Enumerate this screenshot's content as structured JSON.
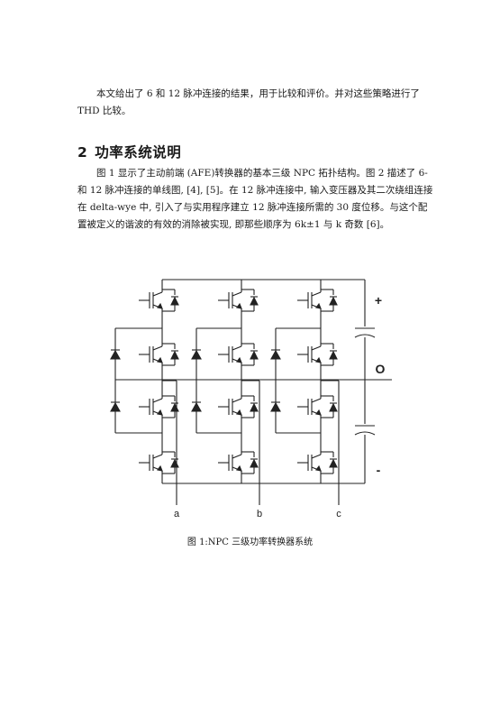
{
  "intro_paragraph": "本文给出了 6 和 12 脉冲连接的结果，用于比较和评价。并对这些策略进行了 THD 比较。",
  "section": {
    "number": "2",
    "title": "功率系统说明"
  },
  "body_paragraph": "图 1 显示了主动前端 (AFE)转换器的基本三级 NPC 拓扑结构。图 2 描述了 6-和 12 脉冲连接的单线图, [4], [5]。在 12 脉冲连接中, 输入变压器及其二次绕组连接在 delta-wye 中, 引入了与实用程序建立 12 脉冲连接所需的 30 度位移。与这个配置被定义的谐波的有效的消除被实现, 即那些顺序为 6k±1 与 k 奇数 [6]。",
  "figure": {
    "leg_labels": [
      "a",
      "b",
      "c"
    ],
    "bus_labels": {
      "positive": "+",
      "neutral": "O",
      "negative": "-"
    },
    "caption": "图 1:NPC 三级功率转换器系统"
  }
}
